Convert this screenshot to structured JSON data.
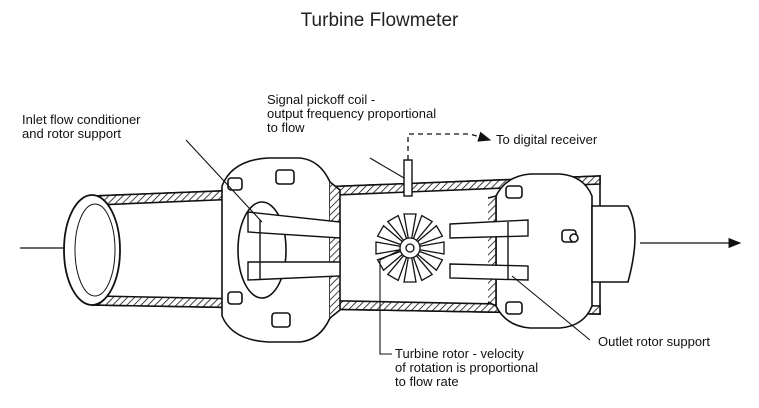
{
  "title": "Turbine Flowmeter",
  "labels": {
    "inlet": [
      "Inlet flow conditioner",
      "and rotor support"
    ],
    "pickoff": [
      "Signal pickoff coil -",
      "output frequency proportional",
      "to flow"
    ],
    "receiver": "To digital receiver",
    "outlet": "Outlet rotor support",
    "rotor": [
      "Turbine rotor - velocity",
      "of rotation is proportional",
      "to flow rate"
    ]
  },
  "colors": {
    "ink": "#111111",
    "metal": "#ffffff"
  }
}
